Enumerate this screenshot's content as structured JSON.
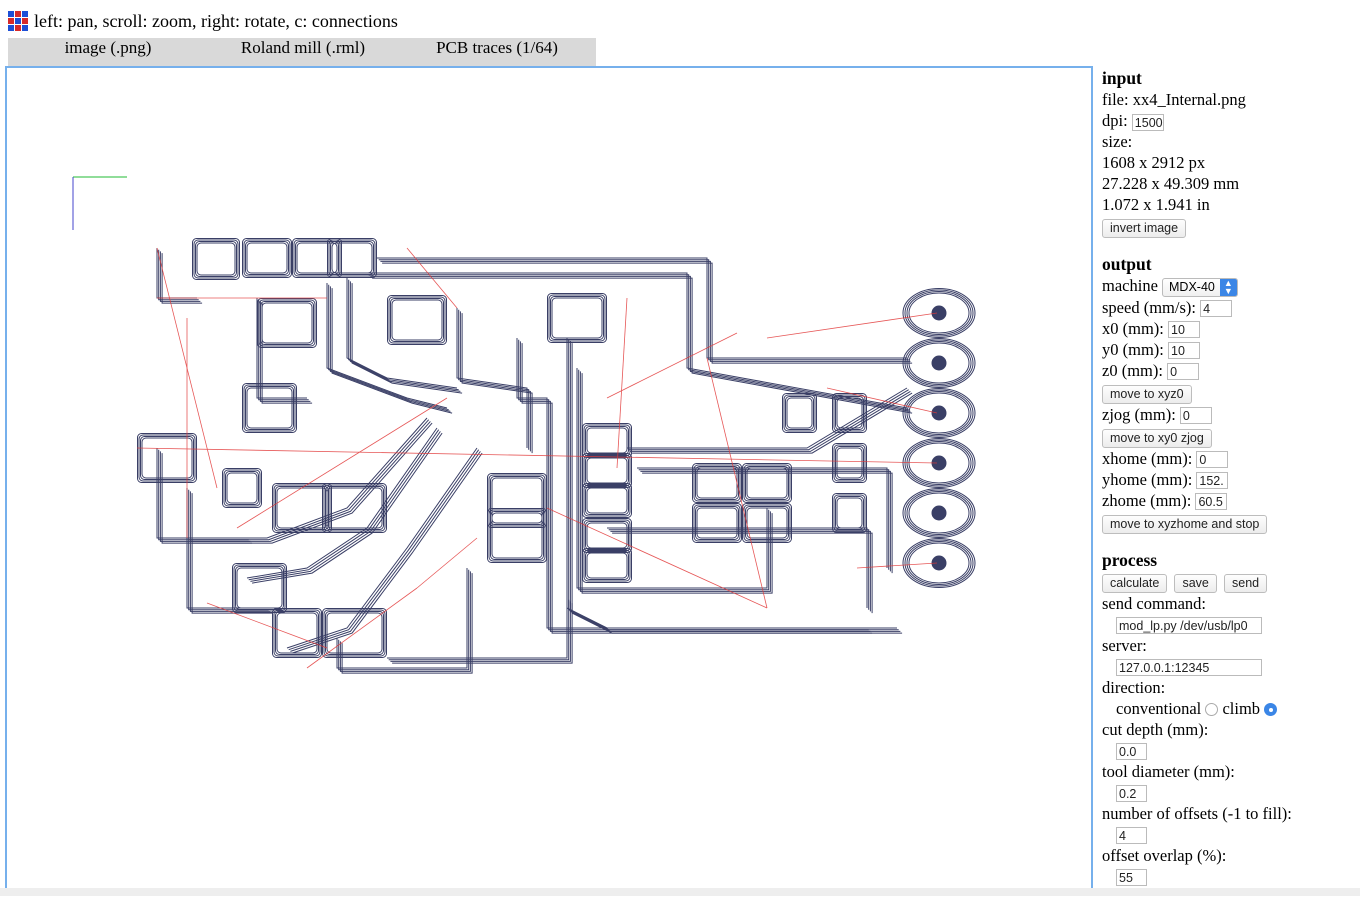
{
  "header": {
    "hint": "left: pan, scroll: zoom, right: rotate, c: connections",
    "icon": "grid-menu-icon"
  },
  "tabs": [
    {
      "label": "image (.png)"
    },
    {
      "label": "Roland mill (.rml)"
    },
    {
      "label": "PCB traces (1/64)"
    }
  ],
  "input": {
    "title": "input",
    "file_label": "file:",
    "file": "xx4_Internal.png",
    "dpi_label": "dpi:",
    "dpi": "1500",
    "size_label": "size:",
    "size_px": "1608 x 2912 px",
    "size_mm": "27.228 x 49.309 mm",
    "size_in": "1.072 x 1.941 in",
    "invert_button": "invert image"
  },
  "output": {
    "title": "output",
    "machine_label": "machine",
    "machine": "MDX-40",
    "speed_label": "speed (mm/s):",
    "speed": "4",
    "x0_label": "x0 (mm):",
    "x0": "10",
    "y0_label": "y0 (mm):",
    "y0": "10",
    "z0_label": "z0 (mm):",
    "z0": "0",
    "move_xyz0_button": "move to xyz0",
    "zjog_label": "zjog (mm):",
    "zjog": "0",
    "move_xy0_button": "move to xy0 zjog",
    "xhome_label": "xhome (mm):",
    "xhome": "0",
    "yhome_label": "yhome (mm):",
    "yhome": "152.",
    "zhome_label": "zhome (mm):",
    "zhome": "60.5",
    "move_home_button": "move to xyzhome and stop"
  },
  "process": {
    "title": "process",
    "calculate_button": "calculate",
    "save_button": "save",
    "send_button": "send",
    "send_command_label": "send command:",
    "send_command": "mod_lp.py /dev/usb/lp0",
    "server_label": "server:",
    "server": "127.0.0.1:12345",
    "direction_label": "direction:",
    "conventional_label": "conventional",
    "climb_label": "climb",
    "selected_direction": "climb",
    "cut_depth_label": "cut depth (mm):",
    "cut_depth": "0.0",
    "tool_diameter_label": "tool diameter (mm):",
    "tool_diameter": "0.2",
    "offsets_label": "number of offsets (-1 to fill):",
    "offsets": "4",
    "overlap_label": "offset overlap (%):",
    "overlap": "55"
  },
  "colors": {
    "trace": "#3a3f66",
    "connection": "#e23a3a",
    "axis_x": "#22bb33",
    "axis_y": "#4444cc",
    "canvas_border": "#76b0ec",
    "radio_accent": "#3b86e6"
  }
}
